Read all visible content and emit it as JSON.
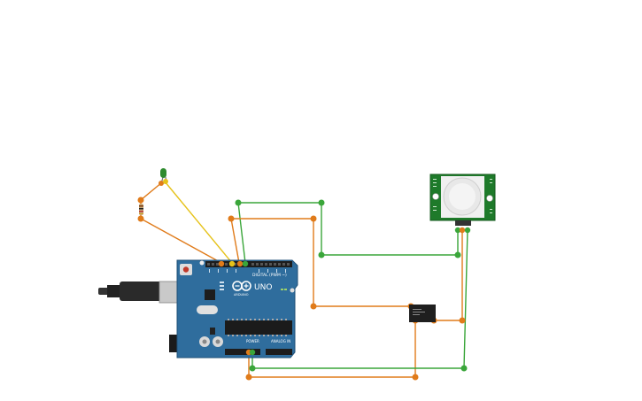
{
  "arduino": {
    "logo_text": "UNO",
    "brand_text": "ARDUINO",
    "digital_header_label": "DIGITAL (PWM ~)",
    "power_label": "POWER",
    "analog_label": "ANALOG IN",
    "board_color": "#2f6d9d"
  },
  "pir_sensor": {
    "board_color": "#1e7a2a",
    "dome_color": "#e8e8e8"
  },
  "colors": {
    "wire_orange": "#e07b1a",
    "wire_green": "#3aa63a",
    "wire_yellow": "#e6c21a",
    "led_green": "#2e8b2e"
  }
}
